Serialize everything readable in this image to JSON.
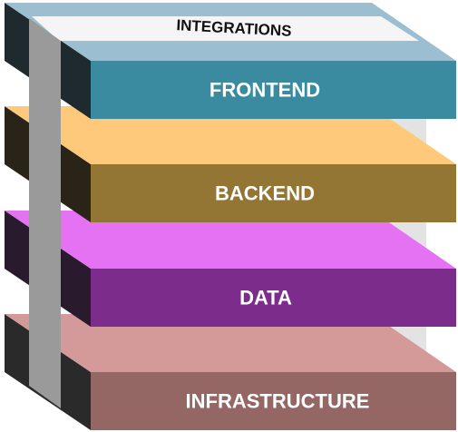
{
  "diagram": {
    "layers": [
      {
        "id": "infrastructure",
        "label": "INFRASTRUCTURE",
        "colors": {
          "top": "#d49a99",
          "front": "#946664",
          "side": "#2a2a2a",
          "label": "#ffffff"
        }
      },
      {
        "id": "data",
        "label": "DATA",
        "colors": {
          "top": "#e472f2",
          "front": "#7c2c8a",
          "side": "#2a1a2e",
          "label": "#ffffff"
        }
      },
      {
        "id": "backend",
        "label": "BACKEND",
        "colors": {
          "top": "#fec97a",
          "front": "#937534",
          "side": "#2a2418",
          "label": "#ffffff"
        }
      },
      {
        "id": "frontend",
        "label": "FRONTEND",
        "colors": {
          "top": "#9bbfd0",
          "front": "#3a8ba0",
          "side": "#1e2a2e",
          "label": "#ffffff"
        }
      },
      {
        "id": "integrations",
        "label": "INTEGRATIONS",
        "colors": {
          "top": "#9bbfd0",
          "front": "#f5f5f5",
          "side": "#1e2a2e",
          "label": "#111111"
        }
      }
    ],
    "pillar": {
      "colors": {
        "face": "#9a9a9a",
        "shadow": "#cfcfcf"
      }
    }
  }
}
